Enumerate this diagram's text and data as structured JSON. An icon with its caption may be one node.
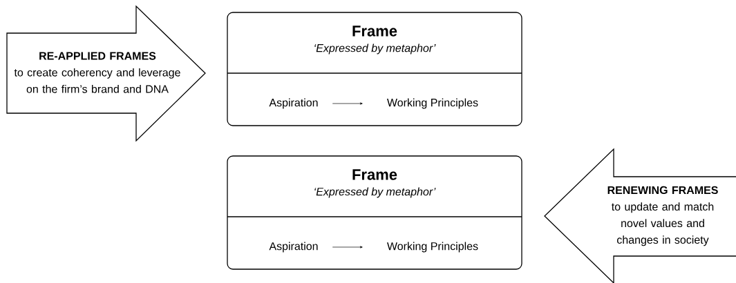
{
  "diagram": {
    "nodes": [
      {
        "text": [
          "RE-APPLIED FRAMES",
          "to create coherency and leverage on the firm’s brand and DNA"
        ]
      },
      {
        "text": [
          "Frame",
          "‘Expressed by metaphor’"
        ]
      },
      {
        "text": [
          "Aspiration"
        ],
        "in": 1
      },
      {
        "text": [
          "Working Principles"
        ],
        "in": 1
      },
      {
        "text": [
          "Frame",
          "‘Expressed by metaphor’"
        ]
      },
      {
        "text": [
          "Aspiration"
        ],
        "in": 4
      },
      {
        "text": [
          "Working Principles"
        ],
        "in": 4
      },
      {
        "text": [
          "RENEWING FRAMES",
          "to update and match novel values and changes in society"
        ]
      }
    ],
    "edges": [
      {
        "from": 2,
        "to": 3,
        "arrow": "to"
      },
      {
        "from": 5,
        "to": 6,
        "arrow": "to"
      }
    ]
  }
}
